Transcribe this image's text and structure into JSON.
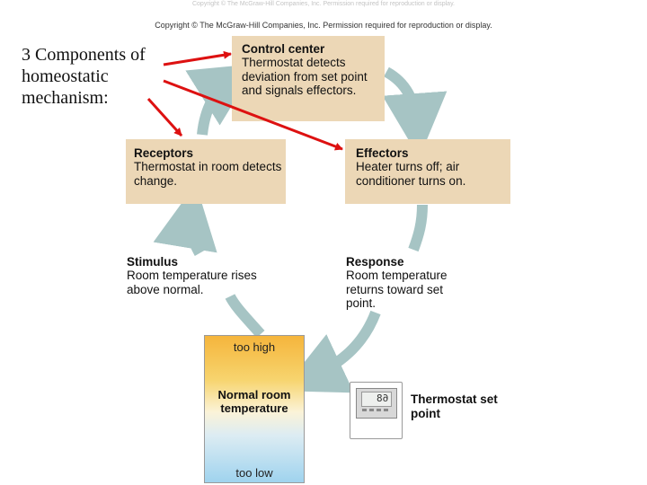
{
  "copyright_faint": "Copyright © The McGraw-Hill Companies, Inc. Permission required for reproduction or display.",
  "copyright": "Copyright © The McGraw-Hill Companies, Inc. Permission required for reproduction or display.",
  "side_label": "3 Components of homeostatic mechanism:",
  "control_center": {
    "title": "Control center",
    "text": "Thermostat detects deviation from set point and signals effectors."
  },
  "receptors": {
    "title": "Receptors",
    "text": "Thermostat in room detects change."
  },
  "effectors": {
    "title": "Effectors",
    "text": "Heater turns off; air conditioner turns on."
  },
  "stimulus": {
    "title": "Stimulus",
    "text": "Room temperature rises above normal."
  },
  "response": {
    "title": "Response",
    "text": "Room temperature returns toward set point."
  },
  "temperature_bar": {
    "top_label": "too high",
    "middle_label": "Normal room temperature",
    "bottom_label": "too low"
  },
  "thermostat": {
    "display": "68",
    "label": "Thermostat set point"
  },
  "colors": {
    "box_fill": "#ecd7b6",
    "cycle_arrow": "#a6c4c4",
    "pointer_arrow": "#dd1111",
    "warm": "#f5b53c",
    "cool": "#9fd3ee"
  }
}
